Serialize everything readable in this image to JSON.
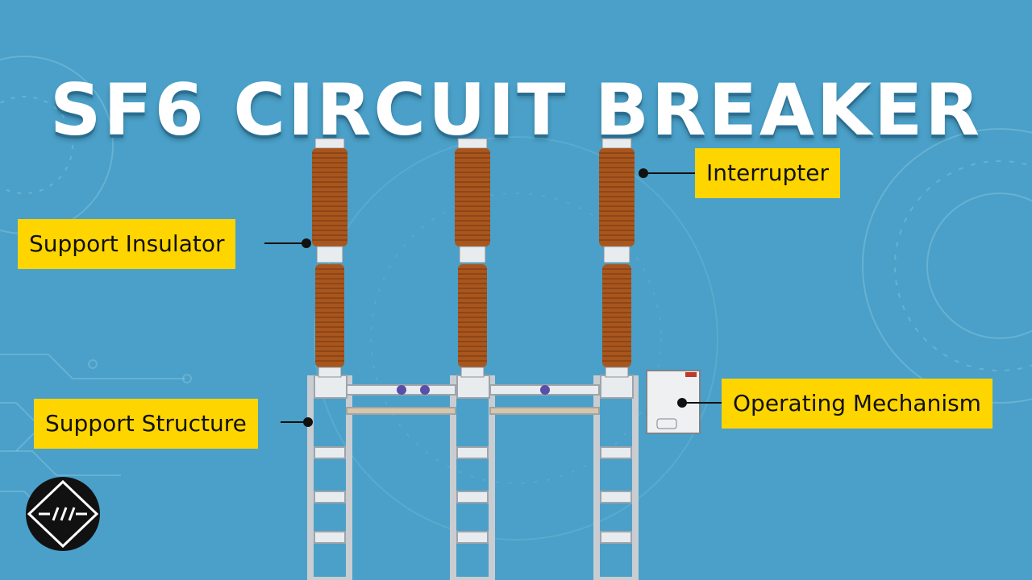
{
  "title": "SF6 CIRCUIT BREAKER",
  "labels": {
    "interrupter": "Interrupter",
    "support_insulator": "Support Insulator",
    "support_structure": "Support Structure",
    "operating_mechanism": "Operating Mechanism"
  },
  "colors": {
    "background": "#4aa0c8",
    "callout": "#ffd500",
    "porcelain": "#a8561d",
    "frame": "#d6d9dc",
    "logo": "#111111"
  },
  "icons": {
    "logo": "lightning-circle-icon"
  }
}
